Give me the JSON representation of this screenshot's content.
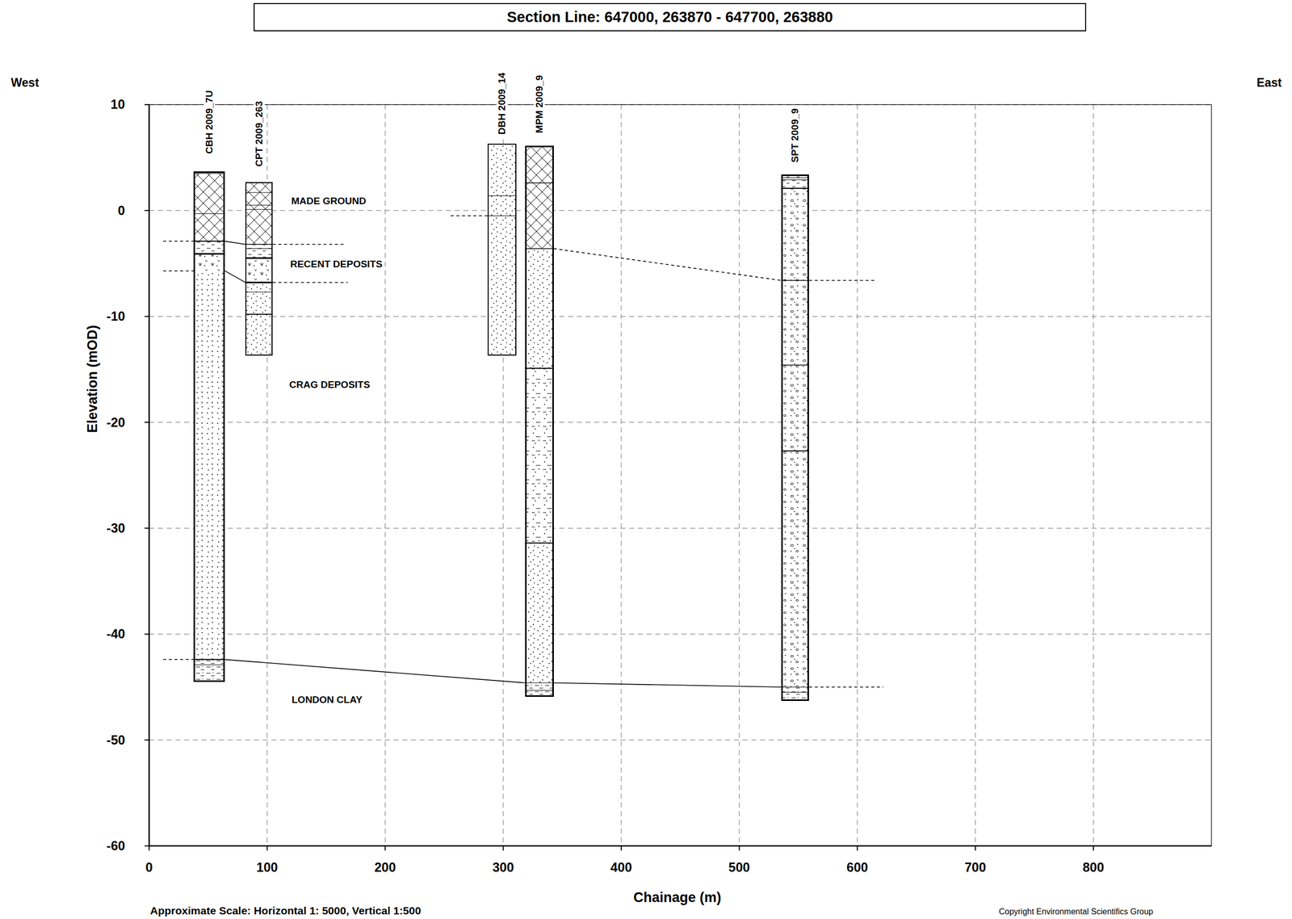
{
  "diagram": {
    "title": "Section Line: 647000, 263870 - 647700, 263880",
    "nodes": [
      {
        "text": [
          "CBH 2009_7U"
        ]
      },
      {
        "text": [
          "CPT 2009_263"
        ]
      },
      {
        "text": [
          "DBH 2009_14"
        ]
      },
      {
        "text": [
          "MPM 2009_9"
        ]
      },
      {
        "text": [
          "SPT 2009_9"
        ]
      }
    ],
    "edges": [
      {
        "from": 0,
        "to": 1,
        "arrow": "none"
      },
      {
        "from": 0,
        "to": 1,
        "arrow": "none"
      },
      {
        "from": 3,
        "to": 4,
        "arrow": "none"
      },
      {
        "from": 0,
        "to": 3,
        "arrow": "none"
      },
      {
        "from": 3,
        "to": 4,
        "arrow": "none"
      }
    ],
    "labels": [
      "West",
      "East",
      "MADE GROUND",
      "RECENT DEPOSITS",
      "CRAG DEPOSITS",
      "LONDON CLAY",
      "Elevation (mOD)",
      "10",
      "0",
      "-10",
      "-20",
      "-30",
      "-40",
      "-50",
      "-60",
      "0",
      "100",
      "200",
      "300",
      "400",
      "500",
      "600",
      "700",
      "800",
      "Chainage (m)",
      "Approximate Scale: Horizontal 1: 5000, Vertical 1:500",
      "Copyright Environmental Scientifics Group"
    ]
  }
}
